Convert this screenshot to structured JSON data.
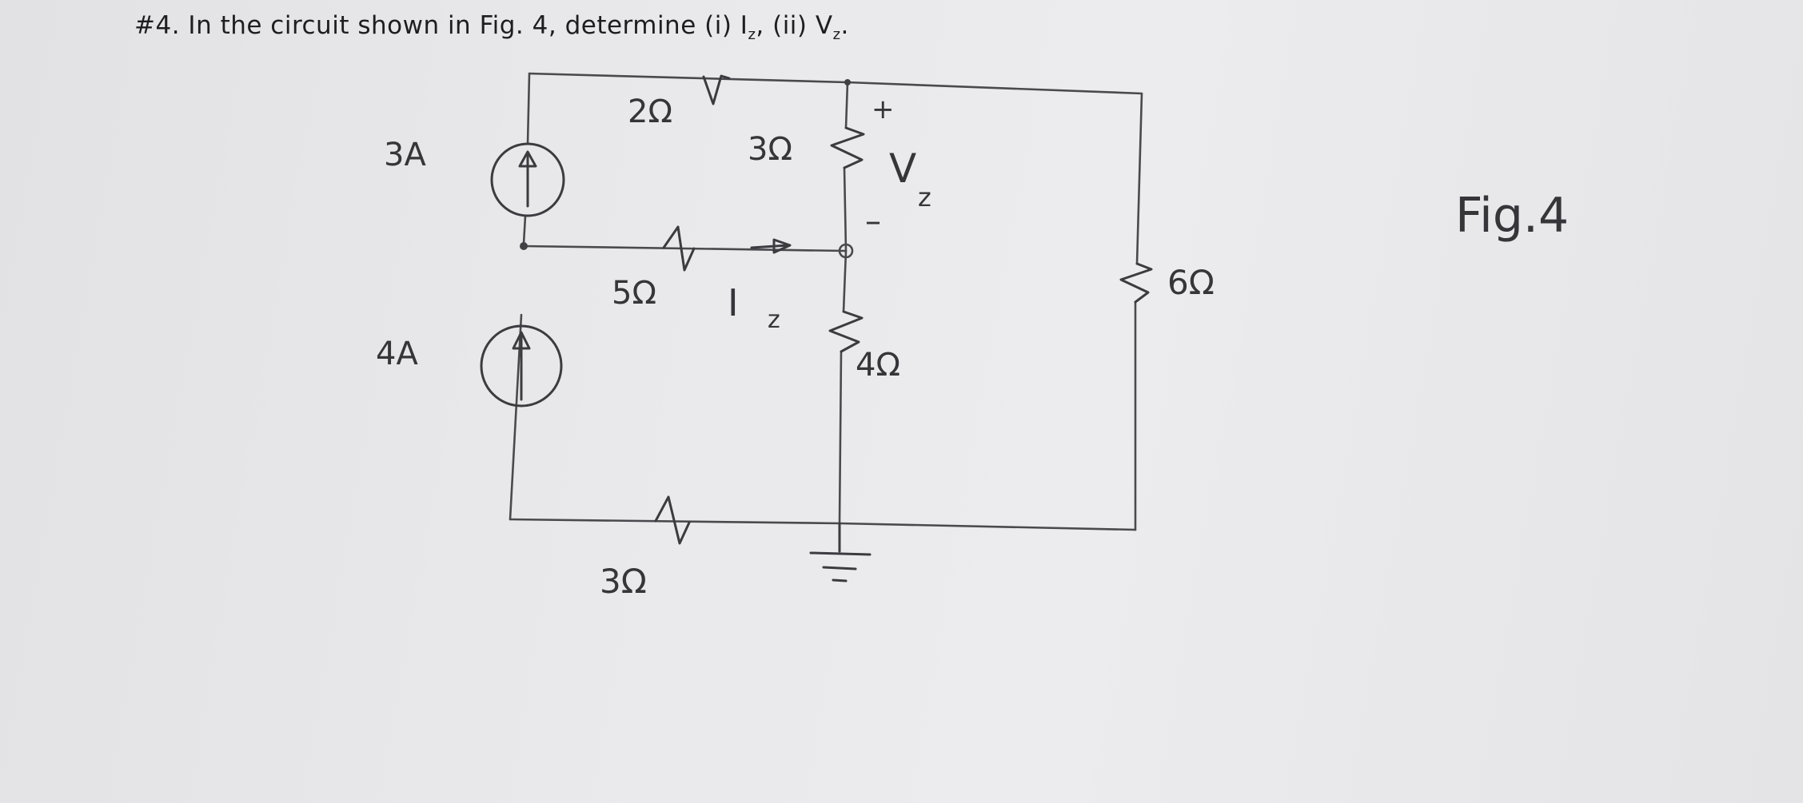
{
  "problem": {
    "number": "#4.",
    "text_before": "In the circuit shown in Fig. 4, determine (i) I",
    "sub1": "z",
    "text_middle": ", (ii) V",
    "sub2": "z",
    "text_after": "."
  },
  "figure_label": "Fig.4",
  "sources": [
    {
      "label": "3A"
    },
    {
      "label": "4A"
    }
  ],
  "resistors": [
    {
      "label": "2Ω"
    },
    {
      "label": "3Ω"
    },
    {
      "label": "5Ω"
    },
    {
      "label": "4Ω"
    },
    {
      "label": "6Ω"
    },
    {
      "label": "3Ω"
    }
  ],
  "current_label": {
    "main": "I",
    "sub": "z"
  },
  "voltage_label": {
    "main": "V",
    "sub": "z",
    "plus": "+",
    "minus": "–"
  },
  "colors": {
    "ink": "#3b3b40",
    "paper": "#e9e9eb"
  },
  "icons": [
    "ground-icon",
    "current-arrow-icon"
  ]
}
